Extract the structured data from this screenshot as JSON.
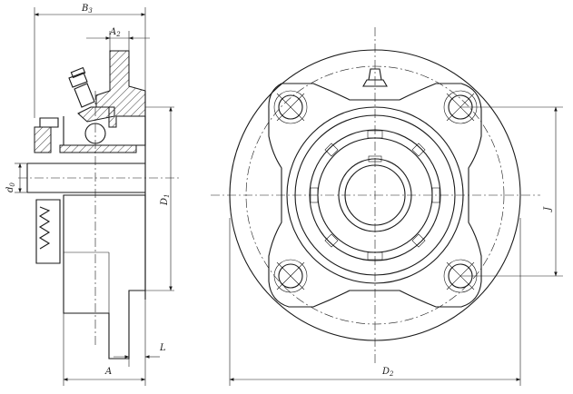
{
  "labels": {
    "B3": {
      "main": "B",
      "sub": "3"
    },
    "A2": {
      "main": "A",
      "sub": "2"
    },
    "d0": {
      "main": "d",
      "sub": "0"
    },
    "D1": {
      "main": "D",
      "sub": "1"
    },
    "L": {
      "main": "L",
      "sub": ""
    },
    "A": {
      "main": "A",
      "sub": ""
    },
    "D2": {
      "main": "D",
      "sub": "2"
    },
    "J": {
      "main": "J",
      "sub": ""
    }
  }
}
